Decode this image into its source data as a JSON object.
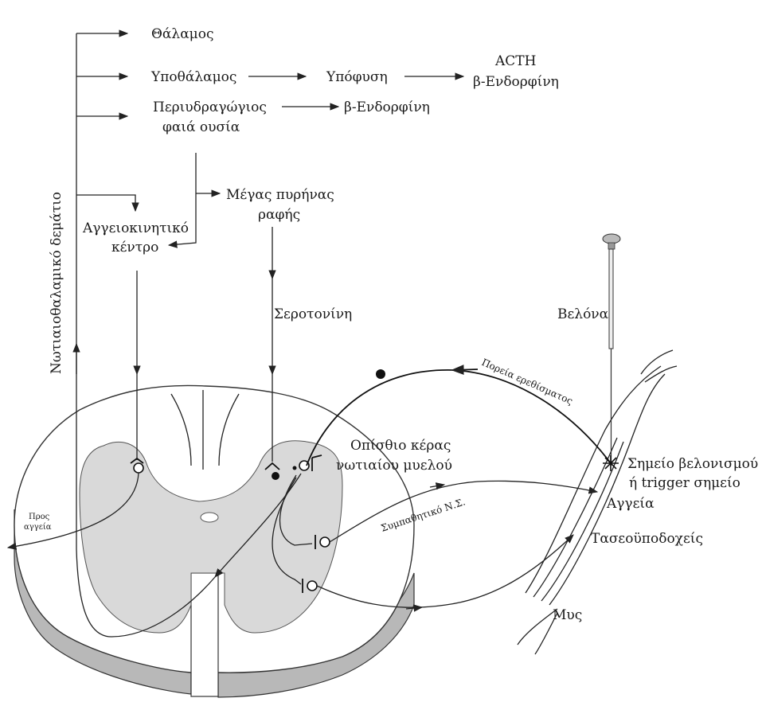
{
  "labels": {
    "thalamus": "Θάλαμος",
    "hypothalamus": "Υποθάλαμος",
    "pituitary": "Υπόφυση",
    "acth": "ACTH",
    "beta_endorphin_1": "β-Ενδορφίνη",
    "periaqueductal_1": "Περιυδραγώγιος",
    "periaqueductal_2": "φαιά ουσία",
    "beta_endorphin_2": "β-Ενδορφίνη",
    "raphe_1": "Μέγας πυρήνας",
    "raphe_2": "ραφής",
    "vasomotor_1": "Αγγειοκινητικό",
    "vasomotor_2": "κέντρο",
    "spinothalamic": "Νωτιαιοθαλαμικό δεμάτιο",
    "serotonin": "Σεροτονίνη",
    "needle": "Βελόνα",
    "stimulus_path": "Πορεία ερεθίσματος",
    "dorsal_horn_1": "Οπίσθιο κέρας",
    "dorsal_horn_2": "νωτιαίου μυελού",
    "needling_point_1": "Σημείο βελονισμού",
    "needling_point_2": "ή trigger σημείο",
    "sympathetic": "Συμπαθητικό Ν.Σ.",
    "vessels": "Αγγεία",
    "to_vessels_1": "Προς",
    "to_vessels_2": "αγγεία",
    "tendon_receptors": "Τασεοϋποδοχείς",
    "muscle": "Μυς"
  }
}
